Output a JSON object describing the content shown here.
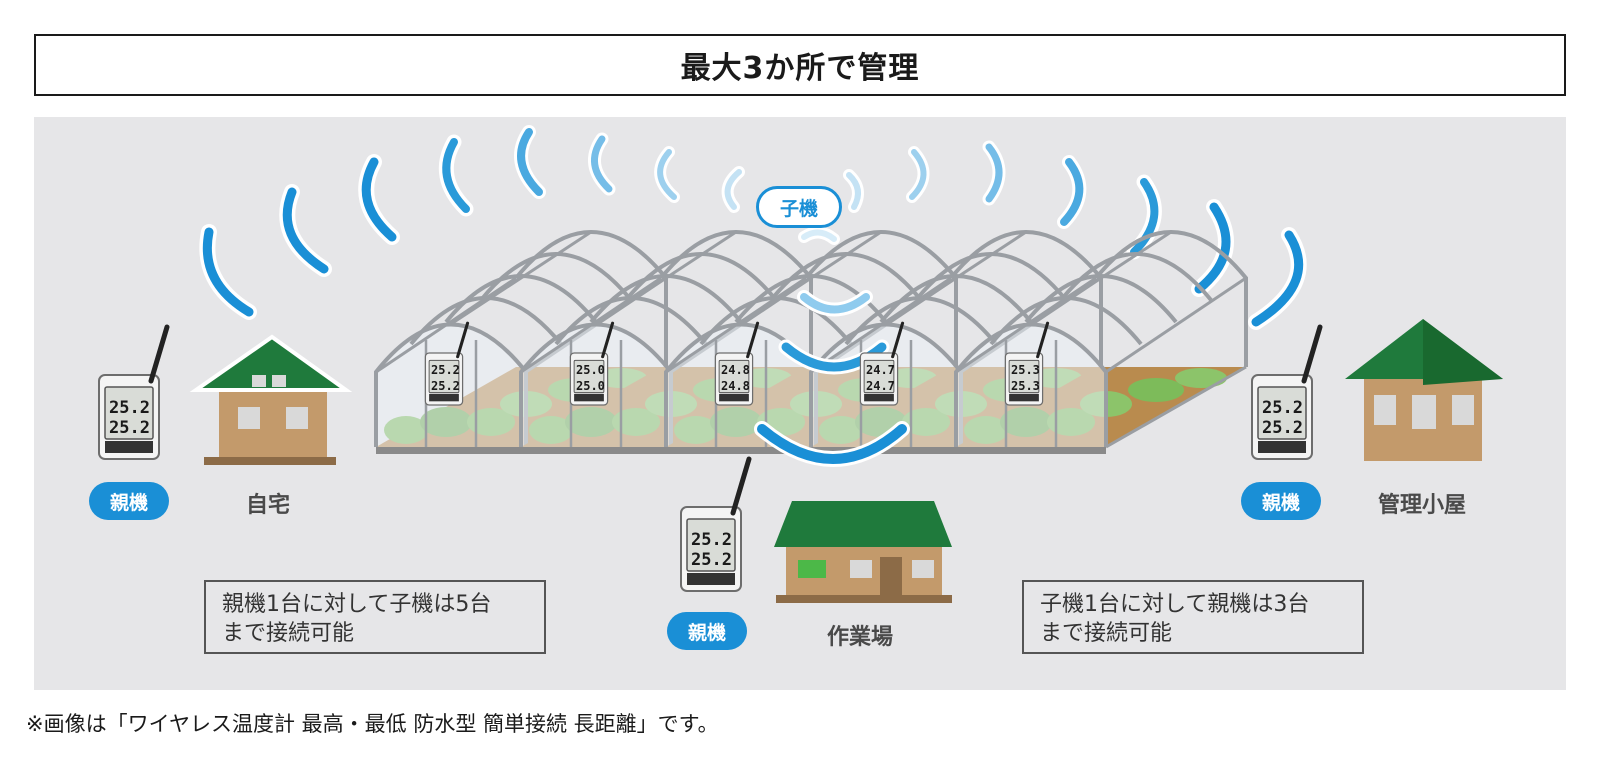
{
  "title": "最大3か所で管理",
  "child_label": "子機",
  "locations": [
    {
      "name": "自宅",
      "badge": "親機"
    },
    {
      "name": "作業場",
      "badge": "親機"
    },
    {
      "name": "管理小屋",
      "badge": "親機"
    }
  ],
  "notes": [
    {
      "line1": "親機1台に対して子機は5台",
      "line2": "まで接続可能"
    },
    {
      "line1": "子機1台に対して親機は3台",
      "line2": "まで接続可能"
    }
  ],
  "devices": {
    "parent_readout": [
      "25.2",
      "25.2"
    ],
    "children": [
      [
        "25.2",
        "25.2"
      ],
      [
        "25.0",
        "25.0"
      ],
      [
        "24.8",
        "24.8"
      ],
      [
        "24.7",
        "24.7"
      ],
      [
        "25.3",
        "25.3"
      ]
    ]
  },
  "colors": {
    "wave_blue": "#1a8fd6",
    "wave_light": "#8fcbee",
    "roof_green": "#1f7a3c",
    "wall_tan": "#c39a6b",
    "panel_gray": "#e6e6e8"
  },
  "footnote": "※画像は「ワイヤレス温度計 最高・最低 防水型 簡単接続 長距離」です。"
}
